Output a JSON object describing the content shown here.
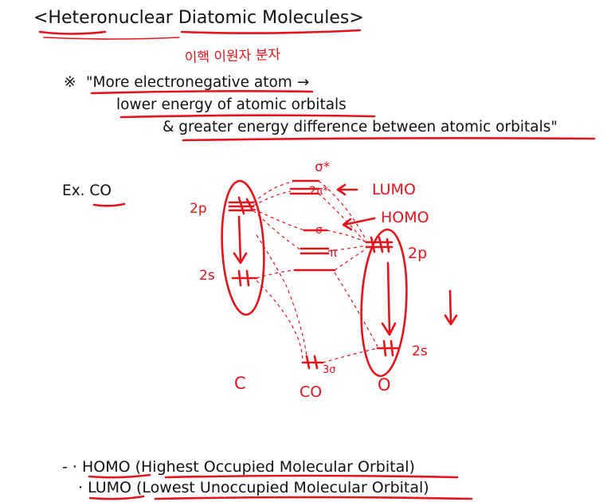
{
  "title": "<Heteronuclear Diatomic Molecules>",
  "korean_note": "이핵 이원자 분자",
  "note": {
    "marker": "※",
    "line1": "\"More electronegative atom →",
    "line2": "lower energy of atomic orbitals",
    "line3": "& greater energy difference between atomic orbitals\""
  },
  "example": "Ex. CO",
  "diagram": {
    "left_atom": "C",
    "right_atom": "O",
    "molecule": "CO",
    "left_2p": "2p",
    "left_2s": "2s",
    "right_2p": "2p",
    "right_2s": "2s",
    "sigma_star": "σ*",
    "pi_star": "2π*",
    "lumo": "LUMO",
    "homo": "HOMO",
    "sigma_mid": "σ",
    "pi_label": "π",
    "sigma_low": "3σ",
    "colors": {
      "ink": "#e8121b",
      "text": "#111111"
    }
  },
  "bullets": {
    "homo": "- · HOMO (Highest Occupied Molecular Orbital)",
    "lumo": "· LUMO (Lowest Unoccupied Molecular Orbital)"
  }
}
